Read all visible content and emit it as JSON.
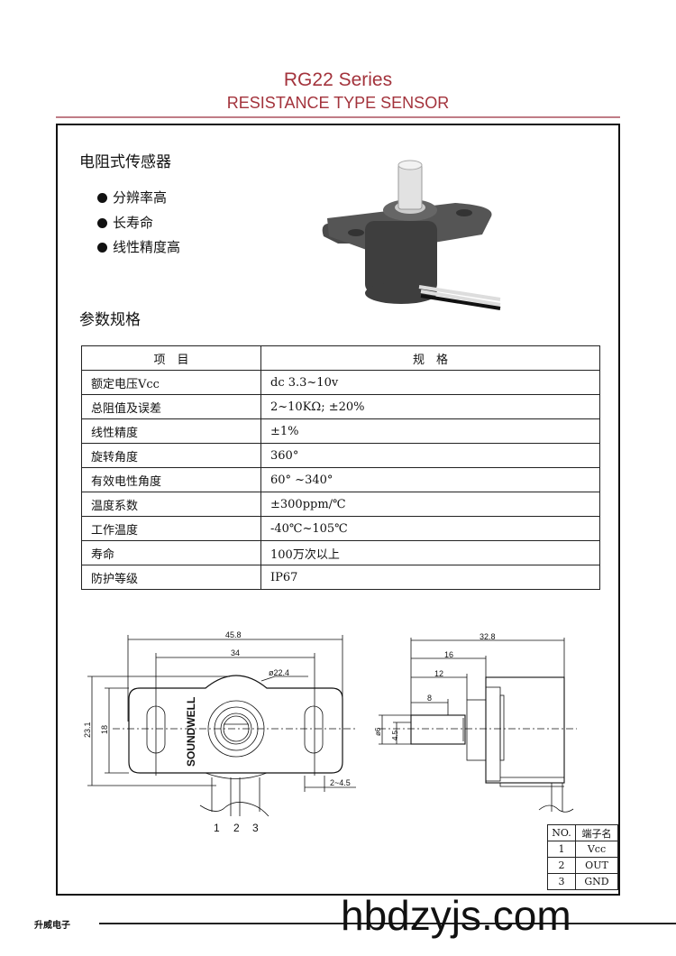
{
  "header": {
    "series": "RG22 Series",
    "subtitle": "RESISTANCE TYPE SENSOR"
  },
  "intro": {
    "heading": "电阻式传感器",
    "features": [
      "分辨率高",
      "长寿命",
      "线性精度高"
    ]
  },
  "specs": {
    "heading": "参数规格",
    "columns": [
      "项　目",
      "规　格"
    ],
    "rows": [
      [
        "额定电压Vcc",
        "dc 3.3~10v"
      ],
      [
        "总阻值及误差",
        "2~10KΩ; ±20%"
      ],
      [
        "线性精度",
        "±1%"
      ],
      [
        "旋转角度",
        "360°"
      ],
      [
        "有效电性角度",
        "60° ~340°"
      ],
      [
        "温度系数",
        "±300ppm/℃"
      ],
      [
        "工作温度",
        "-40℃~105℃"
      ],
      [
        "寿命",
        "100万次以上"
      ],
      [
        "防护等级",
        "IP67"
      ]
    ]
  },
  "drawing_front": {
    "dims": {
      "overall": "45.8",
      "holes": "34",
      "dia": "ø22.4",
      "height": "23.1",
      "body": "18",
      "slot": "2~4.5"
    },
    "brand": "SOUNDWELL",
    "pins": [
      "1",
      "2",
      "3"
    ]
  },
  "drawing_side": {
    "dims": {
      "overall": "32.8",
      "d16": "16",
      "d12": "12",
      "d8": "8",
      "shaft": "ø6",
      "flat": "4.5"
    }
  },
  "terminals": {
    "columns": [
      "NO.",
      "端子名"
    ],
    "rows": [
      [
        "1",
        "Vcc"
      ],
      [
        "2",
        "OUT"
      ],
      [
        "3",
        "GND"
      ]
    ]
  },
  "footer": {
    "company": "升威电子",
    "watermark": "hbdzyjs.com"
  }
}
